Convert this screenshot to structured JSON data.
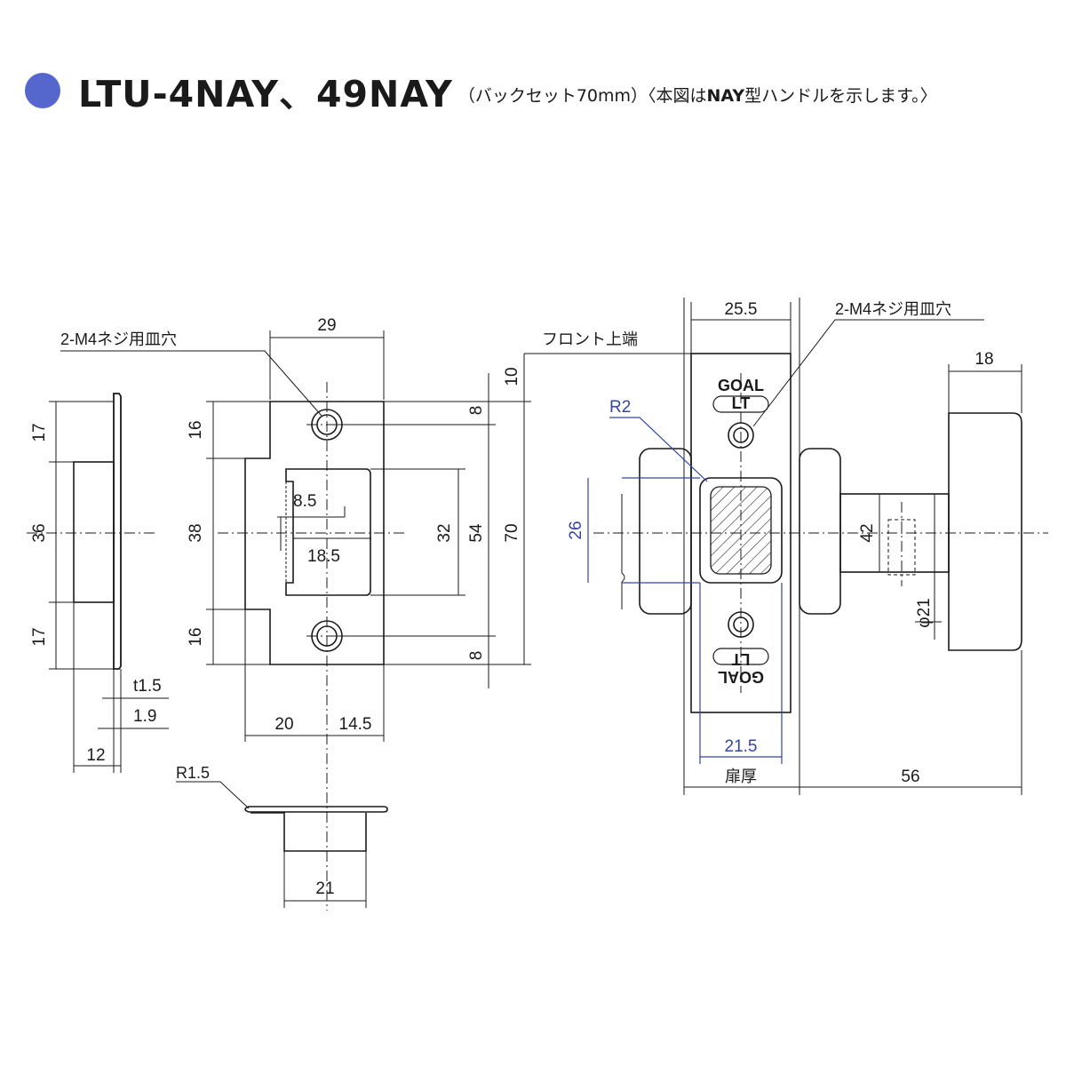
{
  "header": {
    "model": "LTU-4NAY、49NAY",
    "note_pre": "（バックセット70mm）〈本図は",
    "note_bold": "NAY",
    "note_post": "型ハンドルを示します。〉"
  },
  "labels": {
    "screw_hole_left": "2-M4ネジ用皿穴",
    "screw_hole_right": "2-M4ネジ用皿穴",
    "front_top": "フロント上端",
    "door_thickness": "扉厚",
    "radius_r2": "R2",
    "radius_r15": "R1.5",
    "plate_top": "GOAL",
    "plate_top2": "LT",
    "plate_bottom": "GOAL",
    "plate_bottom2": "LT"
  },
  "dims": {
    "d17a": "17",
    "d36": "36",
    "d17b": "17",
    "t15": "t1.5",
    "d19": "1.9",
    "d12": "12",
    "d29": "29",
    "d16a": "16",
    "d38": "38",
    "d16b": "16",
    "d85": "8.5",
    "d185": "18.5",
    "d32": "32",
    "d54": "54",
    "d70": "70",
    "d10": "10",
    "d8a": "8",
    "d8b": "8",
    "d20": "20",
    "d145": "14.5",
    "d21": "21",
    "d255": "25.5",
    "d18": "18",
    "d26": "26",
    "d42": "42",
    "dphi21": "φ21",
    "d215": "21.5",
    "d56": "56"
  },
  "colors": {
    "accent_dot": "#5566cc",
    "callout_blue": "#3344aa",
    "line": "#1a1a1a"
  }
}
